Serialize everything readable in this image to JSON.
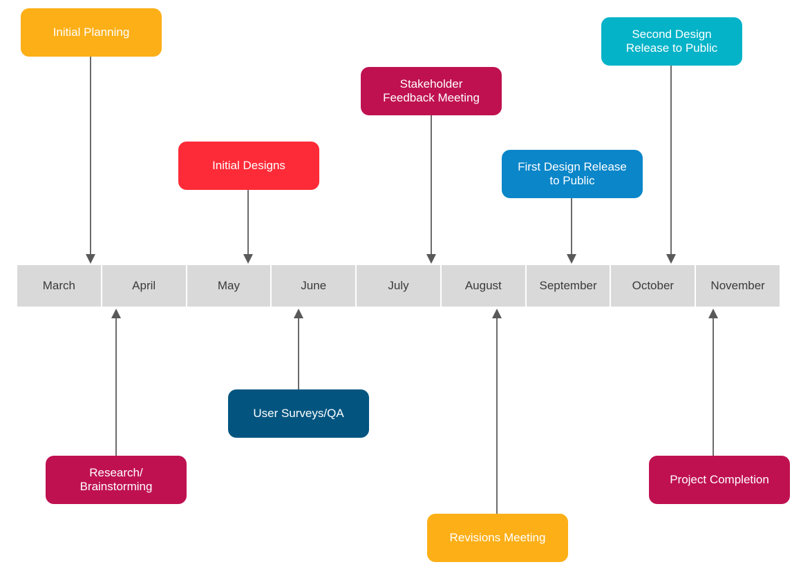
{
  "months": [
    "March",
    "April",
    "May",
    "June",
    "July",
    "August",
    "September",
    "October",
    "November"
  ],
  "events": {
    "initial_planning": {
      "label": "Initial Planning",
      "color": "#fcaf17"
    },
    "initial_designs": {
      "label": "Initial Designs",
      "color": "#fd2b37"
    },
    "stakeholder_feedback": {
      "label": "Stakeholder\nFeedback Meeting",
      "color": "#bf1150"
    },
    "first_design_release": {
      "label": "First Design Release\nto Public",
      "color": "#0a86c9"
    },
    "second_design_release": {
      "label": "Second Design\nRelease to Public",
      "color": "#04b3c8"
    },
    "research_brainstorming": {
      "label": "Research/\nBrainstorming",
      "color": "#bf1150"
    },
    "user_surveys_qa": {
      "label": "User Surveys/QA",
      "color": "#035580"
    },
    "revisions_meeting": {
      "label": "Revisions Meeting",
      "color": "#fcaf17"
    },
    "project_completion": {
      "label": "Project Completion",
      "color": "#bf1150"
    }
  },
  "colors": {
    "timeline_cell": "#d9d9d9",
    "timeline_text": "#3a3a3a",
    "arrow": "#595959"
  }
}
